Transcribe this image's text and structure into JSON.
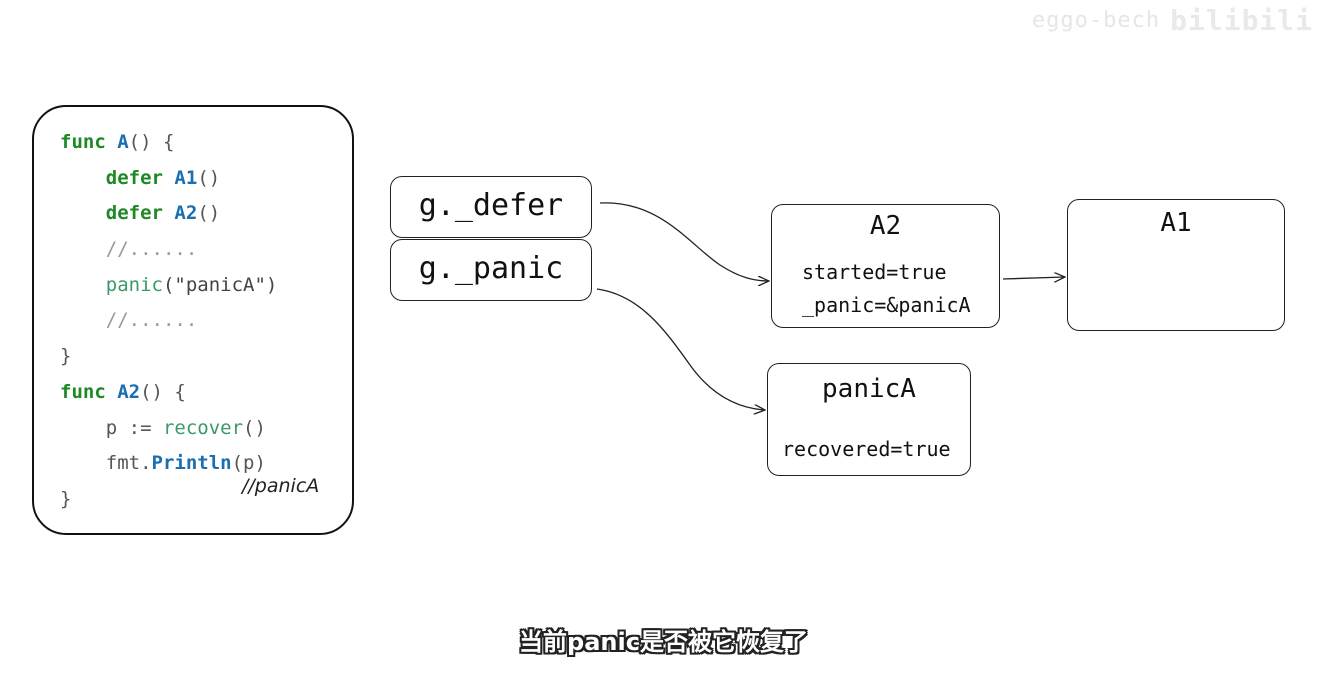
{
  "watermark": {
    "text": "eggo-bech",
    "logo": "bilibili"
  },
  "code": {
    "lines": [
      [
        {
          "t": "func",
          "c": "kw"
        },
        {
          "t": " "
        },
        {
          "t": "A",
          "c": "fn"
        },
        {
          "t": "() {"
        }
      ],
      [
        {
          "t": "    "
        },
        {
          "t": "defer",
          "c": "kw"
        },
        {
          "t": " "
        },
        {
          "t": "A1",
          "c": "fn"
        },
        {
          "t": "()"
        }
      ],
      [
        {
          "t": "    "
        },
        {
          "t": "defer",
          "c": "kw"
        },
        {
          "t": " "
        },
        {
          "t": "A2",
          "c": "fn"
        },
        {
          "t": "()"
        }
      ],
      [
        {
          "t": "    "
        },
        {
          "t": "//......",
          "c": "cm"
        }
      ],
      [
        {
          "t": "    "
        },
        {
          "t": "panic",
          "c": "call"
        },
        {
          "t": "(\"panicA\")",
          "c": "str"
        }
      ],
      [
        {
          "t": "    "
        },
        {
          "t": "//......",
          "c": "cm"
        }
      ],
      [
        {
          "t": "}"
        }
      ],
      [
        {
          "t": "func",
          "c": "kw"
        },
        {
          "t": " "
        },
        {
          "t": "A2",
          "c": "fn"
        },
        {
          "t": "() {"
        }
      ],
      [
        {
          "t": "    p := "
        },
        {
          "t": "recover",
          "c": "call"
        },
        {
          "t": "()"
        }
      ],
      [
        {
          "t": "    fmt."
        },
        {
          "t": "Println",
          "c": "fn"
        },
        {
          "t": "(p)"
        }
      ],
      [
        {
          "t": "}"
        }
      ]
    ],
    "annotation": "//panicA"
  },
  "g_defer": {
    "label": "g._defer"
  },
  "g_panic": {
    "label": "g._panic"
  },
  "a2": {
    "title": "A2",
    "started": "started=true",
    "panic": "_panic=&panicA"
  },
  "a1": {
    "title": "A1"
  },
  "panicA": {
    "title": "panicA",
    "recovered": "recovered=true"
  },
  "subtitle": "当前panic是否被它恢复了"
}
